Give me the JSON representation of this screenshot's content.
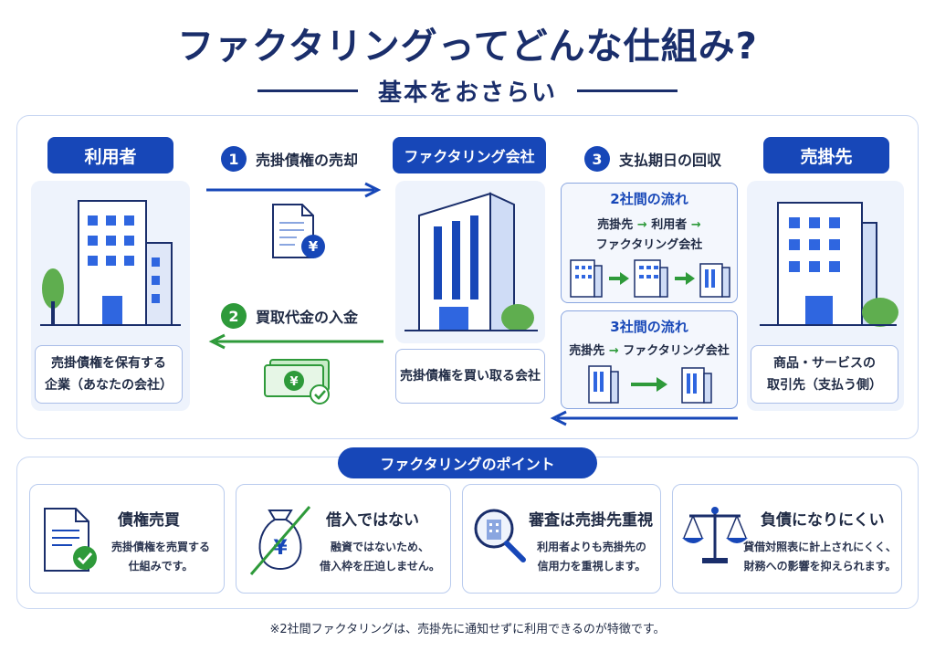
{
  "title": "ファクタリングってどんな仕組み?",
  "subtitle": "基本をおさらい",
  "parties": {
    "user": {
      "label": "利用者",
      "desc_line1": "売掛債権を保有する",
      "desc_line2": "企業（あなたの会社）"
    },
    "factor": {
      "label": "ファクタリング会社",
      "desc": "売掛債権を買い取る会社"
    },
    "customer": {
      "label": "売掛先",
      "desc_line1": "商品・サービスの",
      "desc_line2": "取引先（支払う側）"
    }
  },
  "steps": [
    {
      "num": "1",
      "label": "売掛債権の売却"
    },
    {
      "num": "2",
      "label": "買取代金の入金"
    },
    {
      "num": "3",
      "label": "支払期日の回収"
    }
  ],
  "icons": {
    "invoice": "invoice-yen-icon",
    "money": "yen-banknote-check-icon"
  },
  "flows": {
    "two_party": {
      "title": "2社間の流れ",
      "line1_a": "売掛先",
      "line1_arrow": "→",
      "line1_b": "利用者",
      "line1_arrow2": "→",
      "line2": "ファクタリング会社"
    },
    "three_party": {
      "title": "3社間の流れ",
      "line1_a": "売掛先",
      "line1_arrow": "→",
      "line1_b": "ファクタリング会社"
    }
  },
  "points_header": "ファクタリングのポイント",
  "points": [
    {
      "title": "債権売買",
      "line1": "売掛債権を売買する",
      "line2": "仕組みです。",
      "icon": "document-check-icon"
    },
    {
      "title": "借入ではない",
      "line1": "融資ではないため、",
      "line2": "借入枠を圧迫しません。",
      "icon": "money-bag-crossed-icon"
    },
    {
      "title": "審査は売掛先重視",
      "line1": "利用者よりも売掛先の",
      "line2": "信用力を重視します。",
      "icon": "magnifier-building-icon"
    },
    {
      "title": "負債になりにくい",
      "line1": "貸借対照表に計上されにくく、",
      "line2": "財務への影響を抑えられます。",
      "icon": "balance-scale-icon"
    }
  ],
  "footnote": "※2社間ファクタリングは、売掛先に通知せずに利用できるのが特徴です。",
  "colors": {
    "navy": "#1a2e6b",
    "blue": "#1747b8",
    "green": "#2e9a3a",
    "light": "#eef3fc"
  }
}
